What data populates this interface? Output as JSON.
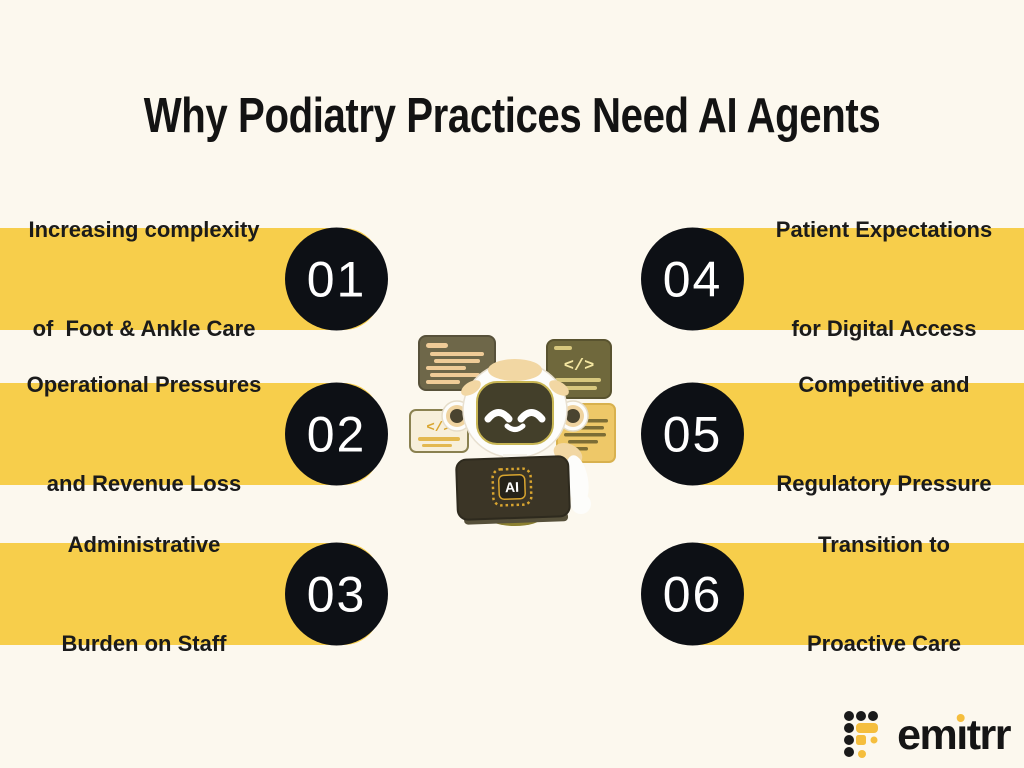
{
  "title": "Why Podiatry Practices Need AI Agents",
  "items": [
    {
      "number": "01",
      "line1": "Increasing complexity",
      "line2": "of  Foot & Ankle Care"
    },
    {
      "number": "02",
      "line1": "Operational Pressures",
      "line2": "and Revenue Loss"
    },
    {
      "number": "03",
      "line1": "Administrative",
      "line2": "Burden on Staff"
    },
    {
      "number": "04",
      "line1": "Patient Expectations",
      "line2": "for Digital Access"
    },
    {
      "number": "05",
      "line1": "Competitive and",
      "line2": "Regulatory Pressure"
    },
    {
      "number": "06",
      "line1": "Transition to",
      "line2": "Proactive Care"
    }
  ],
  "robot": {
    "laptop_label": "AI",
    "code_glyph": "</>"
  },
  "logo": {
    "pre": "em",
    "i_stem": "ı",
    "post": "trr"
  },
  "colors": {
    "background": "#FCF8EE",
    "banner_yellow": "#F7CE4B",
    "circle_black": "#0D1015",
    "text_dark": "#161616",
    "logo_accent": "#F5BE3D"
  }
}
